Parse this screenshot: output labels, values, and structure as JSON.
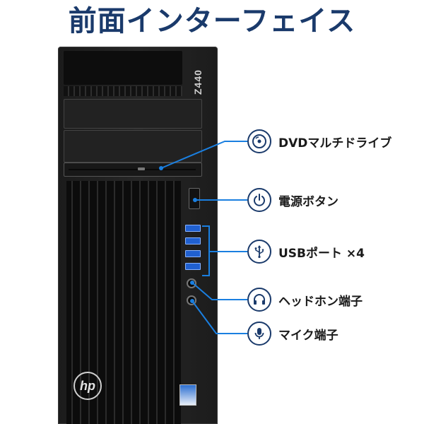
{
  "title": "前面インターフェイス",
  "tower": {
    "model_badge": "Z440",
    "brand_logo": "hp"
  },
  "labels": [
    {
      "text": "DVDマルチドライブ",
      "icon": "disc-icon"
    },
    {
      "text": "電源ボタン",
      "icon": "power-icon"
    },
    {
      "text": "USBポート ×4",
      "icon": "usb-icon"
    },
    {
      "text": "ヘッドホン端子",
      "icon": "headphones-icon"
    },
    {
      "text": "マイク端子",
      "icon": "microphone-icon"
    }
  ],
  "colors": {
    "accent": "#1a7fe0",
    "title": "#1a3a6b",
    "usb_port": "#2060d0"
  }
}
